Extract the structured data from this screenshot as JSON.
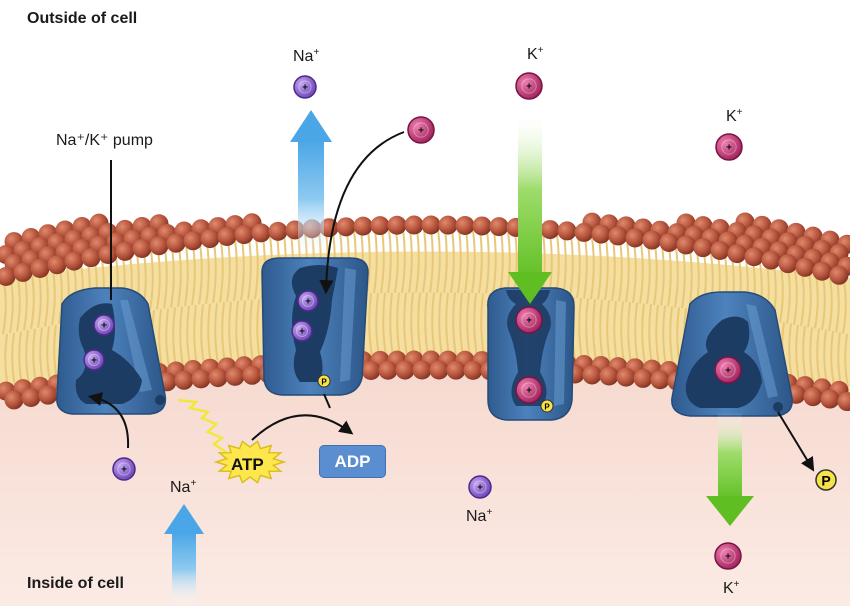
{
  "labels": {
    "outside": "Outside of cell",
    "inside": "Inside of cell",
    "pump": "Na⁺/K⁺ pump",
    "na": "Na",
    "k": "K",
    "plus": "+",
    "atp": "ATP",
    "adp": "ADP",
    "phosphate": "P"
  },
  "colors": {
    "na_ion": "#8a5ccf",
    "k_ion": "#c93b7a",
    "pump_protein": "#3f6fa8",
    "phospholipid_head": "#b5533c",
    "na_flow_arrow": "#6fb6e8",
    "k_flow_arrow": "#74c62b",
    "cytoplasm": "#f3d2c7",
    "adp_box": "#5b8ed1",
    "atp_burst": "#fde74c"
  }
}
